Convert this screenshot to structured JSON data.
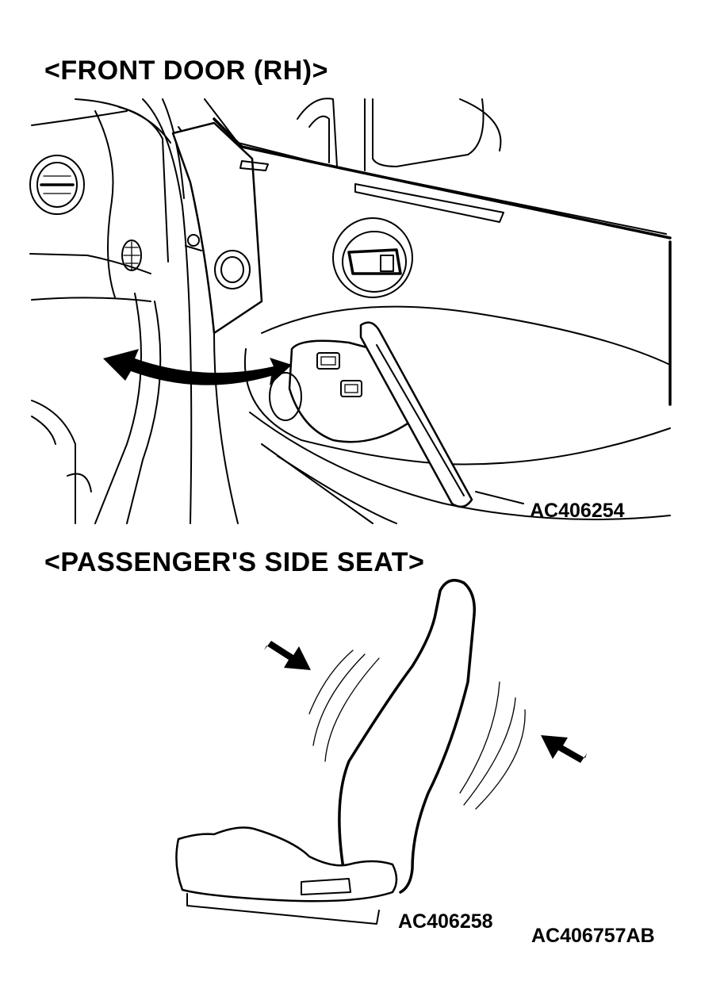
{
  "figure": {
    "door_title": "<FRONT DOOR (RH)>",
    "door_code": "AC406254",
    "seat_title": "<PASSENGER'S SIDE SEAT>",
    "seat_code": "AC406258",
    "figure_code": "AC406757AB"
  }
}
